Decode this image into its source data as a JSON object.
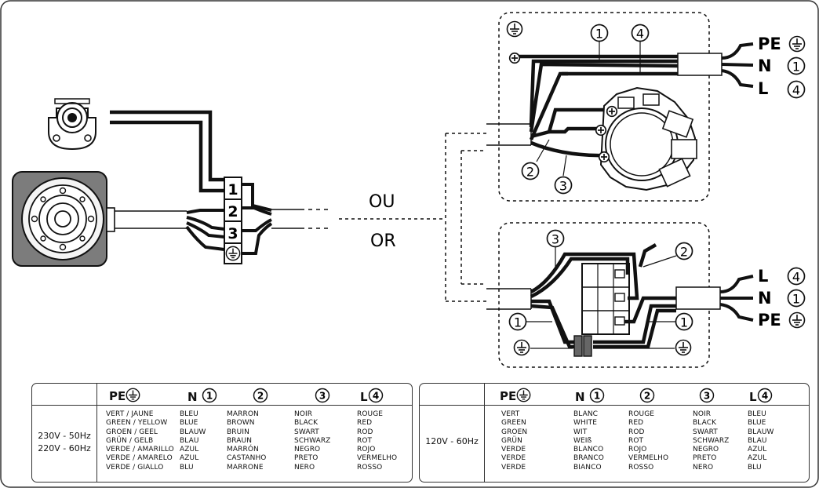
{
  "diagram": {
    "terminals": [
      "1",
      "2",
      "3"
    ],
    "separator_labels": [
      "OU",
      "OR"
    ],
    "top_box": {
      "wire_callouts": [
        "1",
        "4",
        "2",
        "3"
      ],
      "leads": [
        {
          "label": "PE",
          "number": ""
        },
        {
          "label": "N",
          "number": "1"
        },
        {
          "label": "L",
          "number": "4"
        }
      ]
    },
    "bottom_box": {
      "wire_callouts": [
        "3",
        "2",
        "1",
        "1"
      ],
      "leads": [
        {
          "label": "L",
          "number": "4"
        },
        {
          "label": "N",
          "number": "1"
        },
        {
          "label": "PE",
          "number": ""
        }
      ]
    },
    "icons": [
      "ground-symbol-icon",
      "circled-number-icon",
      "pressure-switch-icon",
      "motor-icon",
      "terminal-block-icon"
    ]
  },
  "tables": [
    {
      "voltage": [
        "230V - 50Hz",
        "220V - 60Hz"
      ],
      "headers": [
        {
          "label": "PE",
          "num": ""
        },
        {
          "label": "N",
          "num": "1"
        },
        {
          "label": "",
          "num": "2"
        },
        {
          "label": "",
          "num": "3"
        },
        {
          "label": "L",
          "num": "4"
        }
      ],
      "columns": [
        [
          "VERT / JAUNE",
          "GREEN / YELLOW",
          "GROEN / GEEL",
          "GRÜN / GELB",
          "VERDE / AMARILLO",
          "VERDE / AMARELO",
          "VERDE / GIALLO"
        ],
        [
          "BLEU",
          "BLUE",
          "BLAUW",
          "BLAU",
          "AZUL",
          "AZUL",
          "BLU"
        ],
        [
          "MARRON",
          "BROWN",
          "BRUIN",
          "BRAUN",
          "MARRÓN",
          "CASTANHO",
          "MARRONE"
        ],
        [
          "NOIR",
          "BLACK",
          "SWART",
          "SCHWARZ",
          "NEGRO",
          "PRETO",
          "NERO"
        ],
        [
          "ROUGE",
          "RED",
          "ROD",
          "ROT",
          "ROJO",
          "VERMELHO",
          "ROSSO"
        ]
      ]
    },
    {
      "voltage": [
        "120V - 60Hz"
      ],
      "headers": [
        {
          "label": "PE",
          "num": ""
        },
        {
          "label": "N",
          "num": "1"
        },
        {
          "label": "",
          "num": "2"
        },
        {
          "label": "",
          "num": "3"
        },
        {
          "label": "L",
          "num": "4"
        }
      ],
      "columns": [
        [
          "VERT",
          "GREEN",
          "GROEN",
          "GRÜN",
          "VERDE",
          "VERDE",
          "VERDE"
        ],
        [
          "BLANC",
          "WHITE",
          "WIT",
          "WEIß",
          "BLANCO",
          "BRANCO",
          "BIANCO"
        ],
        [
          "ROUGE",
          "RED",
          "ROD",
          "ROT",
          "ROJO",
          "VERMELHO",
          "ROSSO"
        ],
        [
          "NOIR",
          "BLACK",
          "SWART",
          "SCHWARZ",
          "NEGRO",
          "PRETO",
          "NERO"
        ],
        [
          "BLEU",
          "BLUE",
          "BLAUW",
          "BLAU",
          "AZUL",
          "AZUL",
          "BLU"
        ]
      ]
    }
  ]
}
